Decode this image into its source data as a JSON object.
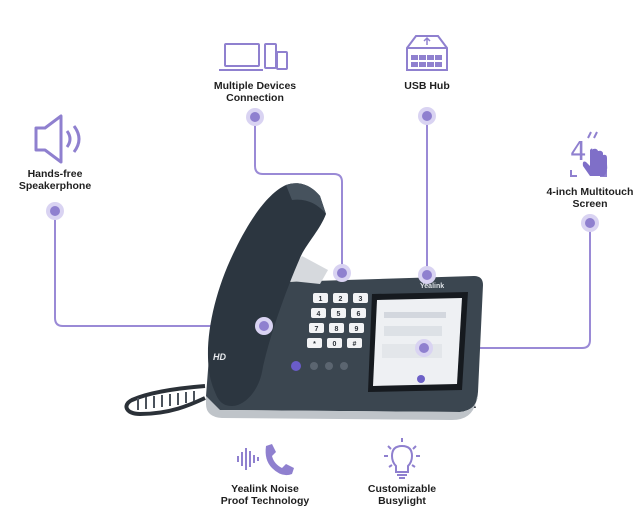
{
  "features": {
    "multi_devices": {
      "line1": "Multiple Devices",
      "line2": "Connection",
      "icon": "laptop-phone-icon"
    },
    "usb_hub": {
      "line1": "USB Hub",
      "icon": "usb-hub-icon"
    },
    "speakerphone": {
      "line1": "Hands-free",
      "line2": "Speakerphone",
      "icon": "speaker-icon"
    },
    "touch_screen": {
      "line1": "4-inch Multitouch",
      "line2": "Screen",
      "icon": "touch-screen-icon",
      "glyph": "4"
    },
    "noise_proof": {
      "line1": "Yealink Noise",
      "line2": "Proof Technology",
      "icon": "noise-phone-icon"
    },
    "busylight": {
      "line1": "Customizable",
      "line2": "Busylight",
      "icon": "bulb-icon"
    }
  },
  "phone": {
    "brand": "Yealink",
    "hd_badge": "HD",
    "keypad": [
      "1",
      "2",
      "3",
      "4",
      "5",
      "6",
      "7",
      "8",
      "9",
      "*",
      "0",
      "#"
    ]
  },
  "colors": {
    "accent_purple": "#9a8ad6",
    "icon_purple": "#8f80cf",
    "dot_fill": "#d9d3f2",
    "phone_body": "#2f3a44"
  }
}
